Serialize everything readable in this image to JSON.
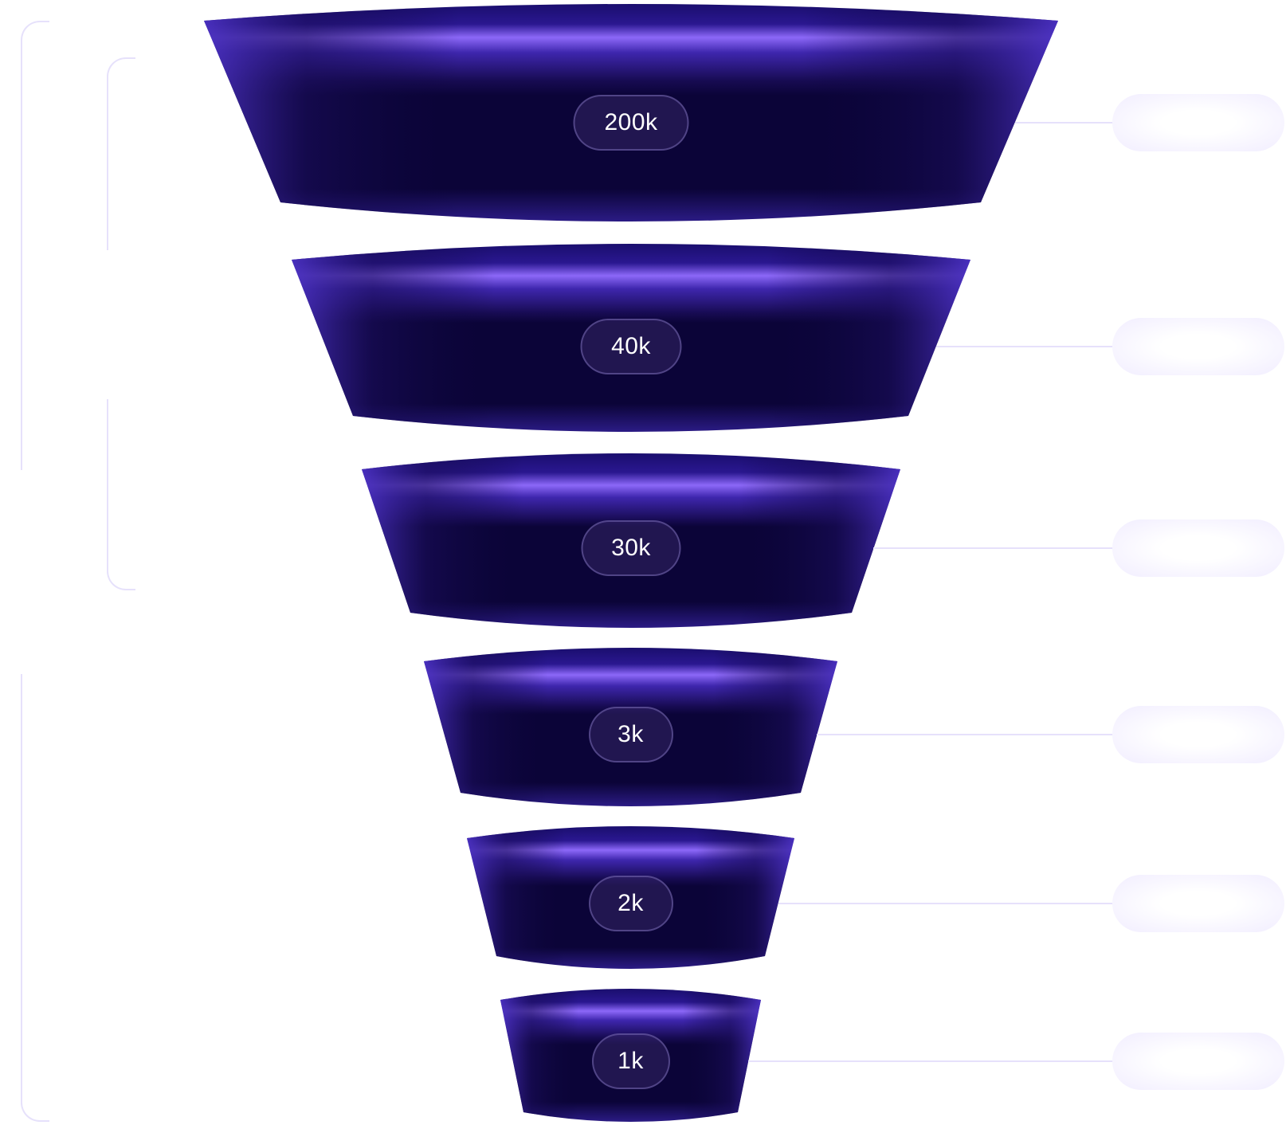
{
  "chart_data": {
    "type": "funnel",
    "title": "",
    "stages": [
      {
        "value": 200000,
        "label": "200k",
        "side_label": ""
      },
      {
        "value": 40000,
        "label": "40k",
        "side_label": ""
      },
      {
        "value": 30000,
        "label": "30k",
        "side_label": ""
      },
      {
        "value": 3000,
        "label": "3k",
        "side_label": ""
      },
      {
        "value": 2000,
        "label": "2k",
        "side_label": ""
      },
      {
        "value": 1000,
        "label": "1k",
        "side_label": ""
      }
    ],
    "groups": [
      {
        "name": "outer-top",
        "stages": [
          0,
          2
        ]
      },
      {
        "name": "inner-top",
        "stages": [
          0,
          0
        ]
      },
      {
        "name": "inner-mid",
        "stages": [
          1,
          2
        ]
      },
      {
        "name": "outer-bottom",
        "stages": [
          3,
          5
        ]
      }
    ]
  },
  "colors": {
    "dark": "#0b0438",
    "edge": "#3b24a6",
    "glow": "#8c68f8",
    "connector": "#e6e1fb"
  }
}
